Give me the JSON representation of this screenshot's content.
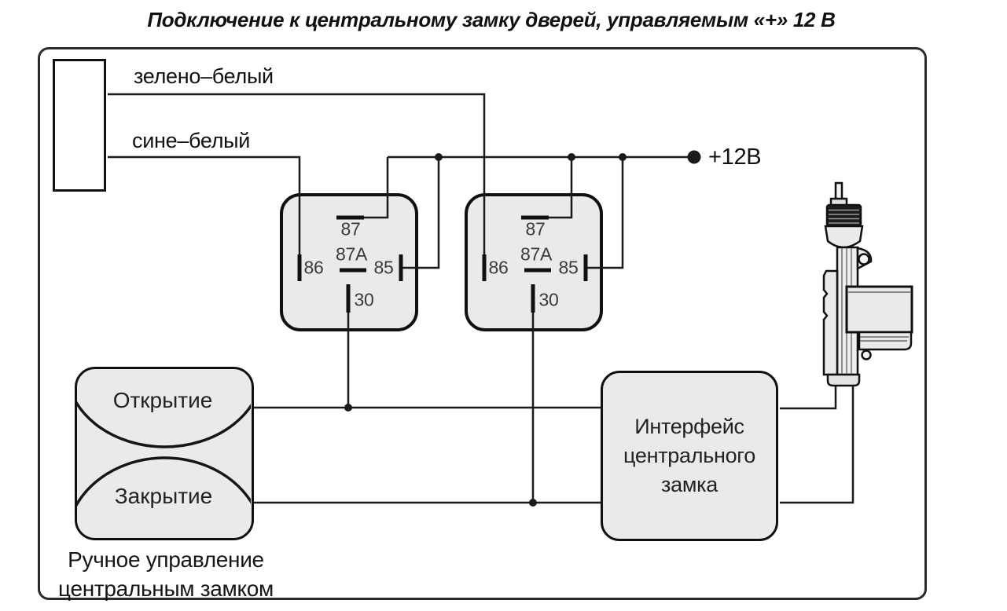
{
  "title": "Подключение к центральному замку дверей, управляемым «+» 12 В",
  "wires": {
    "green_white": "зелено–белый",
    "blue_white": "сине–белый",
    "power": "+12В"
  },
  "relays": [
    {
      "pin87": "87",
      "pin87a": "87A",
      "pin86": "86",
      "pin85": "85",
      "pin30": "30"
    },
    {
      "pin87": "87",
      "pin87a": "87A",
      "pin86": "86",
      "pin85": "85",
      "pin30": "30"
    }
  ],
  "manual_control": {
    "open": "Открытие",
    "close": "Закрытие",
    "caption": [
      "Ручное управление",
      "центральным замком"
    ]
  },
  "interface_box": {
    "lines": [
      "Интерфейс",
      "центрального",
      "замка"
    ]
  },
  "colors": {
    "line": "#1a1a1a",
    "box_fill": "#e9ebeb",
    "frame_border": "#2b2b2b",
    "page_bg": "#ffffff"
  }
}
